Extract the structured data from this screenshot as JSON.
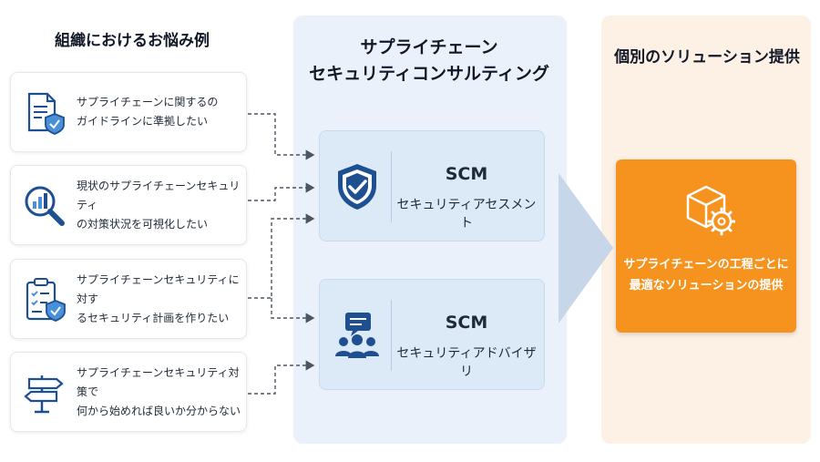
{
  "columns": {
    "left_title": "組織におけるお悩み例",
    "mid_title": "サプライチェーン\nセキュリティコンサルティング",
    "right_title": "個別のソリューション提供"
  },
  "concerns": [
    {
      "text": "サプライチェーンに関するの\nガイドラインに準拠したい",
      "icon": "document-shield-icon"
    },
    {
      "text": "現状のサプライチェーンセキュリティ\nの対策状況を可視化したい",
      "icon": "magnifier-chart-icon"
    },
    {
      "text": "サプライチェーンセキュリティに対す\nるセキュリティ計画を作りたい",
      "icon": "clipboard-shield-icon"
    },
    {
      "text": "サプライチェーンセキュリティ対策で\n何から始めれば良いか分からない",
      "icon": "signpost-icon"
    }
  ],
  "services": [
    {
      "name": "SCM",
      "sub": "セキュリティアセスメント",
      "icon": "shield-check-icon"
    },
    {
      "name": "SCM",
      "sub": "セキュリティアドバイザリ",
      "icon": "chat-team-icon"
    }
  ],
  "solution": {
    "text": "サプライチェーンの工程ごとに\n最適なソリューションの提供",
    "icon": "box-gear-icon"
  },
  "colors": {
    "accent_blue": "#1e4f91",
    "solution_orange": "#f5931e",
    "mid_panel": "#eaf1fa",
    "right_panel": "#fdf1e6"
  }
}
